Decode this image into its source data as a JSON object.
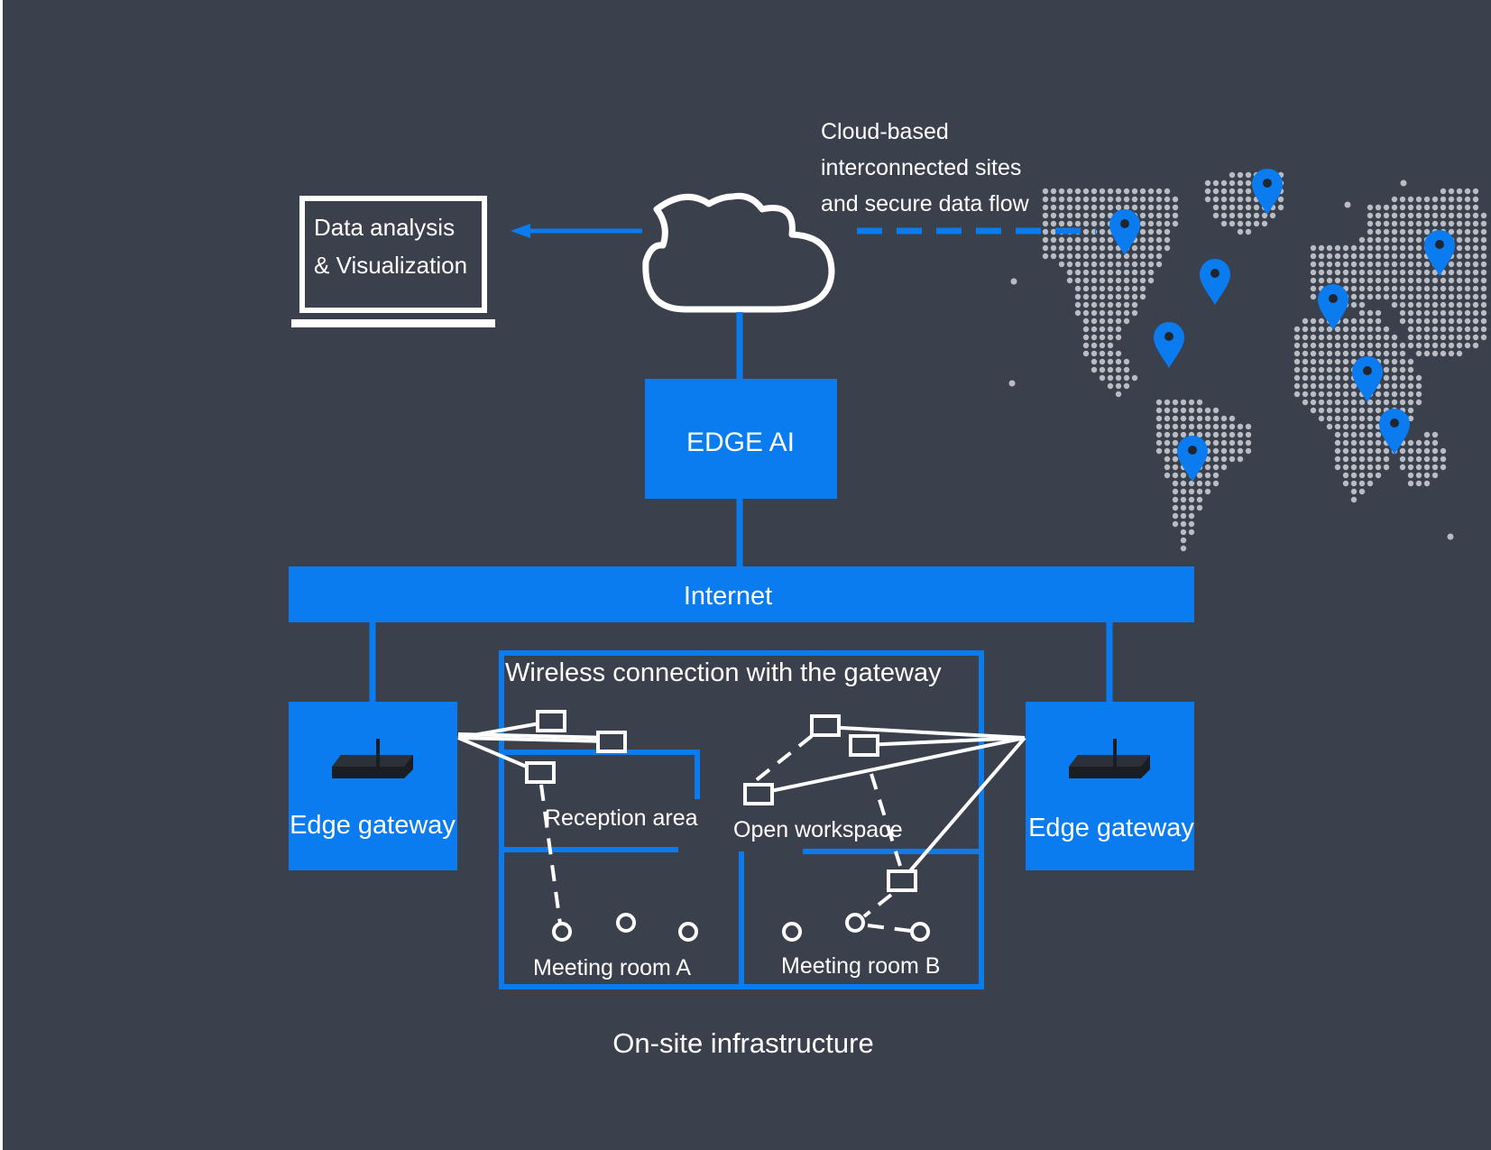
{
  "colors": {
    "background": "#3a404c",
    "accent": "#0a7cf0",
    "line": "#ffffff",
    "map_dots": "#b9bcc2"
  },
  "cloud_caption": [
    "Cloud-based",
    "interconnected sites",
    "and secure data flow"
  ],
  "laptop_label": [
    "Data analysis",
    "& Visualization"
  ],
  "edge_ai_label": "EDGE AI",
  "internet_label": "Internet",
  "wireless_label": "Wireless connection with the gateway",
  "gateway_left_label": "Edge gateway",
  "gateway_right_label": "Edge gateway",
  "zones": {
    "reception": "Reception area",
    "open_workspace": "Open workspace",
    "meeting_a": "Meeting room A",
    "meeting_b": "Meeting room B"
  },
  "footer_label": "On-site infrastructure",
  "icons": [
    "cloud-icon",
    "laptop-icon",
    "router-icon",
    "location-pin-icon",
    "world-map-icon",
    "sensor-icon"
  ]
}
